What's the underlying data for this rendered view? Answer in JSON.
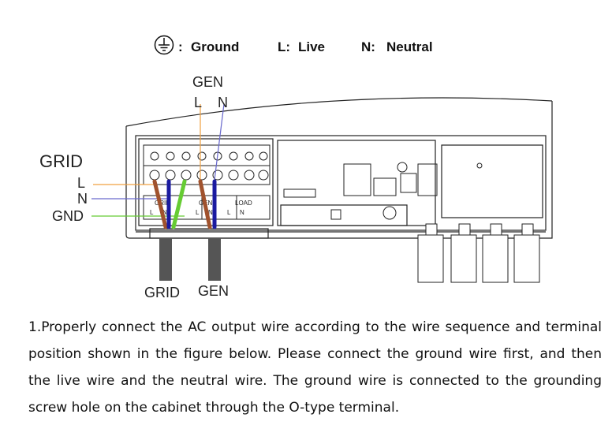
{
  "legend": {
    "ground_sep": ":",
    "ground": "Ground",
    "live_key": "L:",
    "live": "Live",
    "neutral_key": "N:",
    "neutral": "Neutral"
  },
  "labels": {
    "gen_top": "GEN",
    "gen_l": "L",
    "gen_n": "N",
    "grid_left": "GRID",
    "left_l": "L",
    "left_n": "N",
    "left_gnd": "GND",
    "grid_bottom": "GRID",
    "gen_bottom": "GEN",
    "term_grid": "GRID",
    "term_gen": "GEN",
    "term_load": "LOAD",
    "term_l1": "L",
    "term_n1": "N",
    "term_l2": "L",
    "term_n2": "N",
    "term_l3": "L",
    "term_n3": "N"
  },
  "colors": {
    "live_wire": "#a0522d",
    "neutral_wire": "#1a1aa0",
    "ground_wire": "#66cc33",
    "gen_lead_live": "#f0a040",
    "gen_lead_neutral": "#6a6acd",
    "cable": "#555555"
  },
  "caption": "1.Properly connect the AC output wire according to the wire sequence and terminal position shown in the figure below. Please connect the ground wire first, and then the live wire and the neutral wire. The ground wire is connected to the grounding screw hole on the cabinet through the O-type terminal."
}
